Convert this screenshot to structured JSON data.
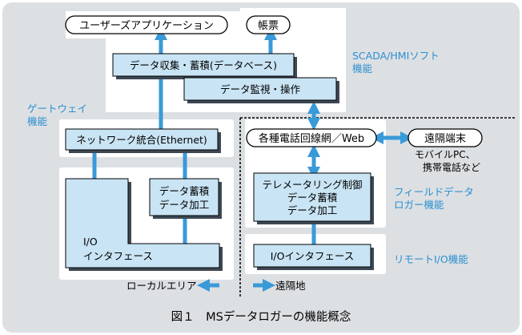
{
  "diagram": {
    "nodes": {
      "user_apps": "ユーザーズアプリケーション",
      "report": "帳票",
      "data_collection": "データ収集・蓄積(データベース)",
      "data_monitor": "データ監視・操作",
      "network": "ネットワーク統合(Ethernet)",
      "comm_network": "各種電話回線網／Web",
      "remote_terminal": "遠隔端末",
      "store_process_left_line1": "データ蓄積",
      "store_process_left_line2": "データ加工",
      "telemetering_line1": "テレメータリング制御",
      "telemetering_line2": "データ蓄積",
      "telemetering_line3": "データ加工",
      "io_left_line1": "I/O",
      "io_left_line2": "インタフェース",
      "io_right": "I/Oインタフェース"
    },
    "annotations": {
      "scada_line1": "SCADA/HMIソフト",
      "scada_line2": "機能",
      "gateway_line1": "ゲートウェイ",
      "gateway_line2": "機能",
      "field_logger_line1": "フィールドデータ",
      "field_logger_line2": "ロガー機能",
      "remote_io": "リモートI/O機能",
      "mobile_line1": "モバイルPC、",
      "mobile_line2": "携帯電話など",
      "local_area": "ローカルエリア",
      "remote_site": "遠隔地"
    },
    "caption": "図１　MSデータロガーの機能概念",
    "colors": {
      "background": "#dde0e3",
      "box_fill": "#c9e4f4",
      "arrow": "#3a9ad8",
      "annotation_text": "#2a8fd0"
    }
  }
}
